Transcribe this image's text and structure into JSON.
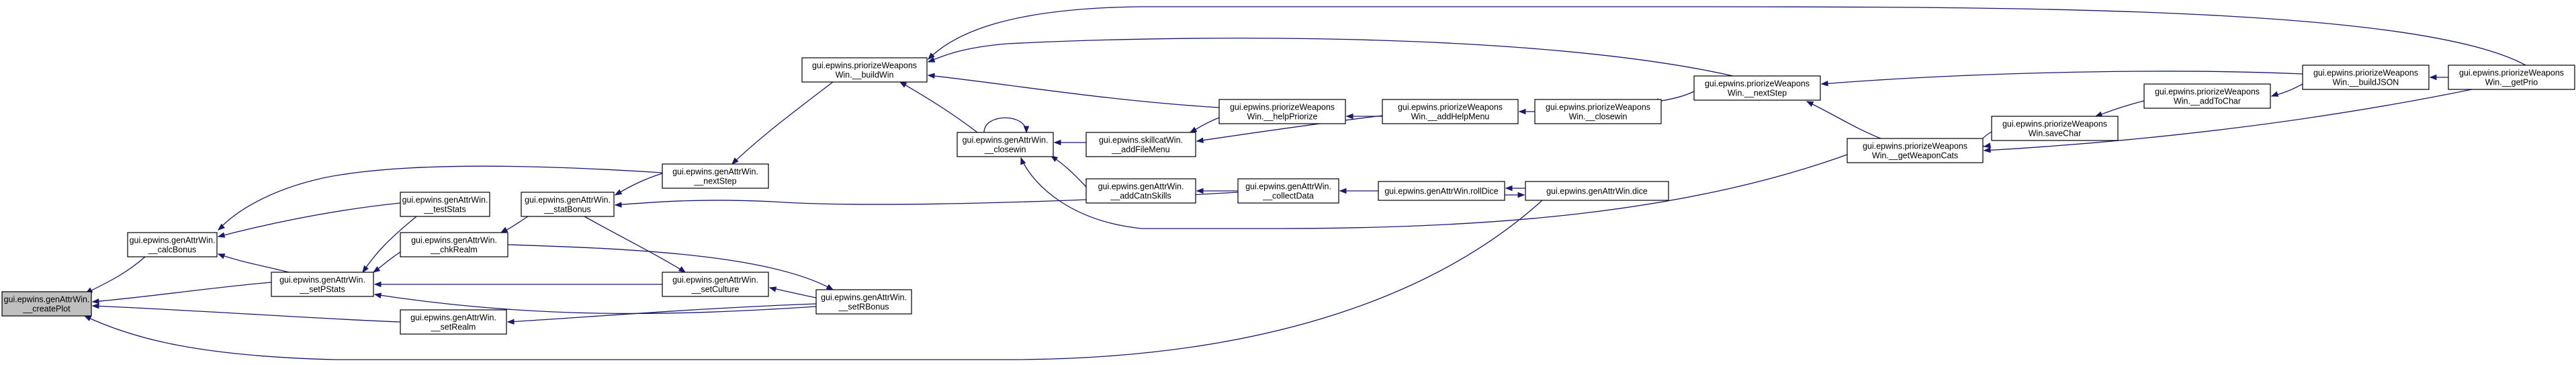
{
  "graph": {
    "colors": {
      "edge": "#191970",
      "node_border": "#000000",
      "node_fill": "#ffffff",
      "highlight_fill": "#bfbfbf"
    },
    "nodes": [
      {
        "id": "createPlot",
        "lines": [
          "gui.epwins.genAttrWin.",
          "__createPlot"
        ],
        "highlight": true
      },
      {
        "id": "calcBonus",
        "lines": [
          "gui.epwins.genAttrWin.",
          "__calcBonus"
        ]
      },
      {
        "id": "setPStats",
        "lines": [
          "gui.epwins.genAttrWin.",
          "__setPStats"
        ]
      },
      {
        "id": "testStats",
        "lines": [
          "gui.epwins.genAttrWin.",
          "__testStats"
        ]
      },
      {
        "id": "chkRealm",
        "lines": [
          "gui.epwins.genAttrWin.",
          "__chkRealm"
        ]
      },
      {
        "id": "setRealm",
        "lines": [
          "gui.epwins.genAttrWin.",
          "__setRealm"
        ]
      },
      {
        "id": "statBonus",
        "lines": [
          "gui.epwins.genAttrWin.",
          "__statBonus"
        ]
      },
      {
        "id": "genNextStep",
        "lines": [
          "gui.epwins.genAttrWin.",
          "__nextStep"
        ]
      },
      {
        "id": "setCulture",
        "lines": [
          "gui.epwins.genAttrWin.",
          "__setCulture"
        ]
      },
      {
        "id": "setRBonus",
        "lines": [
          "gui.epwins.genAttrWin.",
          "__setRBonus"
        ]
      },
      {
        "id": "buildWin",
        "lines": [
          "gui.epwins.priorizeWeapons",
          "Win.__buildWin"
        ]
      },
      {
        "id": "genCloseWin",
        "lines": [
          "gui.epwins.genAttrWin.",
          "__closewin"
        ]
      },
      {
        "id": "addFileMenu",
        "lines": [
          "gui.epwins.skillcatWin.",
          "__addFileMenu"
        ]
      },
      {
        "id": "addCatnSkills",
        "lines": [
          "gui.epwins.genAttrWin.",
          "__addCatnSkills"
        ]
      },
      {
        "id": "collectData",
        "lines": [
          "gui.epwins.genAttrWin.",
          "__collectData"
        ]
      },
      {
        "id": "helpPriorize",
        "lines": [
          "gui.epwins.priorizeWeapons",
          "Win.__helpPriorize"
        ]
      },
      {
        "id": "addHelpMenu",
        "lines": [
          "gui.epwins.priorizeWeapons",
          "Win.__addHelpMenu"
        ]
      },
      {
        "id": "rollDice",
        "lines": [
          "gui.epwins.genAttrWin.rollDice"
        ]
      },
      {
        "id": "dice",
        "lines": [
          "gui.epwins.genAttrWin.dice"
        ]
      },
      {
        "id": "pwCloseWin",
        "lines": [
          "gui.epwins.priorizeWeapons",
          "Win.__closewin"
        ]
      },
      {
        "id": "pwNextStep",
        "lines": [
          "gui.epwins.priorizeWeapons",
          "Win.__nextStep"
        ]
      },
      {
        "id": "getWeaponCats",
        "lines": [
          "gui.epwins.priorizeWeapons",
          "Win.__getWeaponCats"
        ]
      },
      {
        "id": "saveChar",
        "lines": [
          "gui.epwins.priorizeWeapons",
          "Win.saveChar"
        ]
      },
      {
        "id": "addToChar",
        "lines": [
          "gui.epwins.priorizeWeapons",
          "Win.__addToChar"
        ]
      },
      {
        "id": "buildJSON",
        "lines": [
          "gui.epwins.priorizeWeapons",
          "Win.__buildJSON"
        ]
      },
      {
        "id": "getPrio",
        "lines": [
          "gui.epwins.priorizeWeapons",
          "Win.__getPrio"
        ]
      }
    ],
    "edges": [
      {
        "from": "calcBonus",
        "to": "createPlot"
      },
      {
        "from": "setPStats",
        "to": "createPlot"
      },
      {
        "from": "setRealm",
        "to": "createPlot"
      },
      {
        "from": "dice",
        "to": "createPlot"
      },
      {
        "from": "setPStats",
        "to": "calcBonus"
      },
      {
        "from": "testStats",
        "to": "calcBonus"
      },
      {
        "from": "genNextStep",
        "to": "calcBonus"
      },
      {
        "from": "chkRealm",
        "to": "setPStats"
      },
      {
        "from": "testStats",
        "to": "setPStats"
      },
      {
        "from": "setCulture",
        "to": "setPStats"
      },
      {
        "from": "setRBonus",
        "to": "setPStats"
      },
      {
        "from": "statBonus",
        "to": "chkRealm"
      },
      {
        "from": "setRBonus",
        "to": "setRealm"
      },
      {
        "from": "genNextStep",
        "to": "statBonus"
      },
      {
        "from": "collectData",
        "to": "statBonus"
      },
      {
        "from": "statBonus",
        "to": "setCulture"
      },
      {
        "from": "setRBonus",
        "to": "setCulture"
      },
      {
        "from": "chkRealm",
        "to": "setRBonus"
      },
      {
        "from": "buildWin",
        "to": "genNextStep"
      },
      {
        "from": "genCloseWin",
        "to": "buildWin"
      },
      {
        "from": "helpPriorize",
        "to": "buildWin"
      },
      {
        "from": "pwNextStep",
        "to": "buildWin"
      },
      {
        "from": "getPrio",
        "to": "buildWin"
      },
      {
        "from": "genCloseWin",
        "to": "genCloseWin"
      },
      {
        "from": "addFileMenu",
        "to": "genCloseWin"
      },
      {
        "from": "addCatnSkills",
        "to": "genCloseWin"
      },
      {
        "from": "getWeaponCats",
        "to": "genCloseWin"
      },
      {
        "from": "helpPriorize",
        "to": "addFileMenu"
      },
      {
        "from": "addHelpMenu",
        "to": "addFileMenu"
      },
      {
        "from": "collectData",
        "to": "addCatnSkills"
      },
      {
        "from": "rollDice",
        "to": "collectData"
      },
      {
        "from": "dice",
        "to": "rollDice"
      },
      {
        "from": "rollDice",
        "to": "dice"
      },
      {
        "from": "addHelpMenu",
        "to": "helpPriorize"
      },
      {
        "from": "pwCloseWin",
        "to": "addHelpMenu"
      },
      {
        "from": "pwNextStep",
        "to": "pwCloseWin"
      },
      {
        "from": "getWeaponCats",
        "to": "pwNextStep"
      },
      {
        "from": "buildJSON",
        "to": "pwNextStep"
      },
      {
        "from": "saveChar",
        "to": "getWeaponCats"
      },
      {
        "from": "getPrio",
        "to": "getWeaponCats"
      },
      {
        "from": "addToChar",
        "to": "saveChar"
      },
      {
        "from": "buildJSON",
        "to": "addToChar"
      },
      {
        "from": "getPrio",
        "to": "buildJSON"
      }
    ]
  }
}
